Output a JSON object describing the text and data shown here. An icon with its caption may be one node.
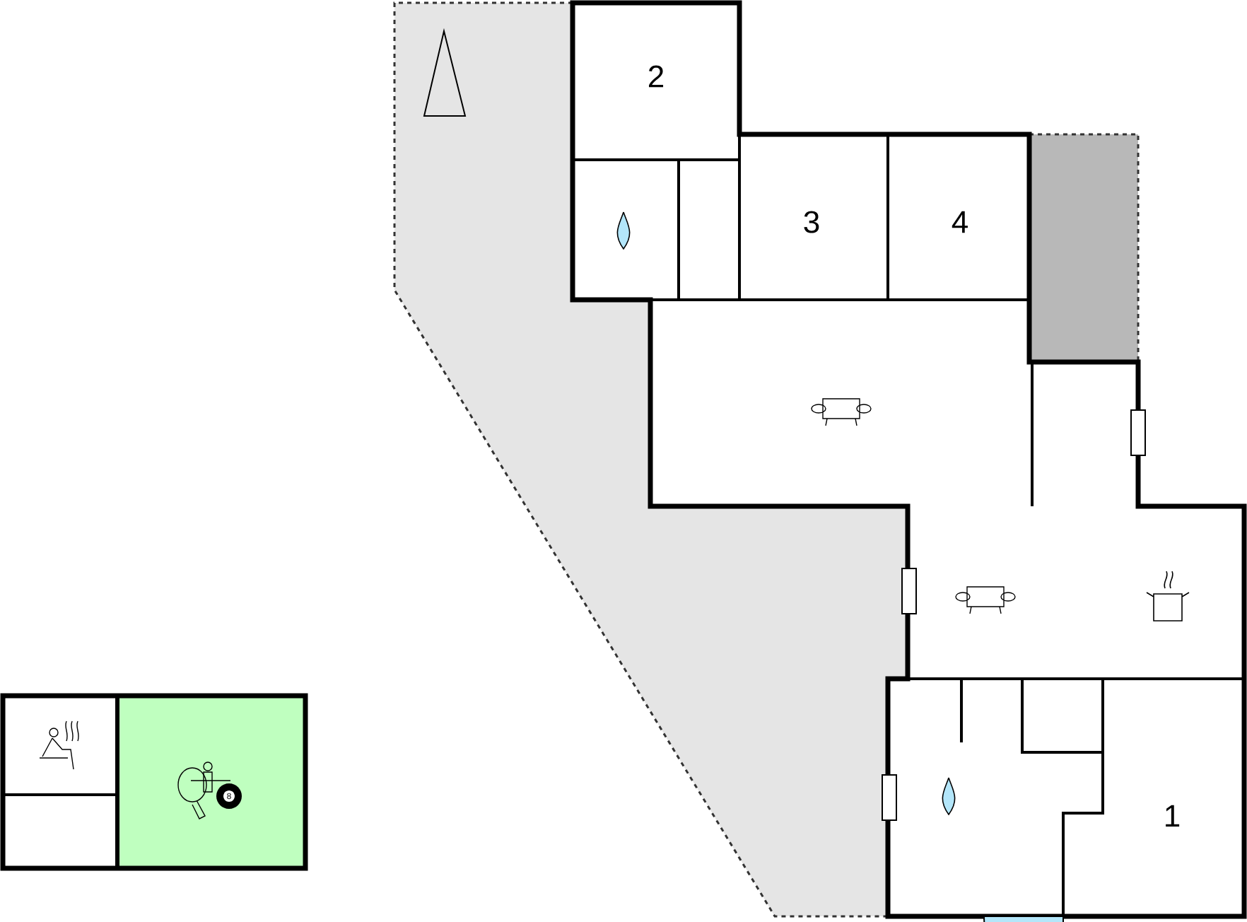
{
  "diagram": {
    "labels": [
      "2",
      "3",
      "4",
      "1",
      "8"
    ]
  }
}
